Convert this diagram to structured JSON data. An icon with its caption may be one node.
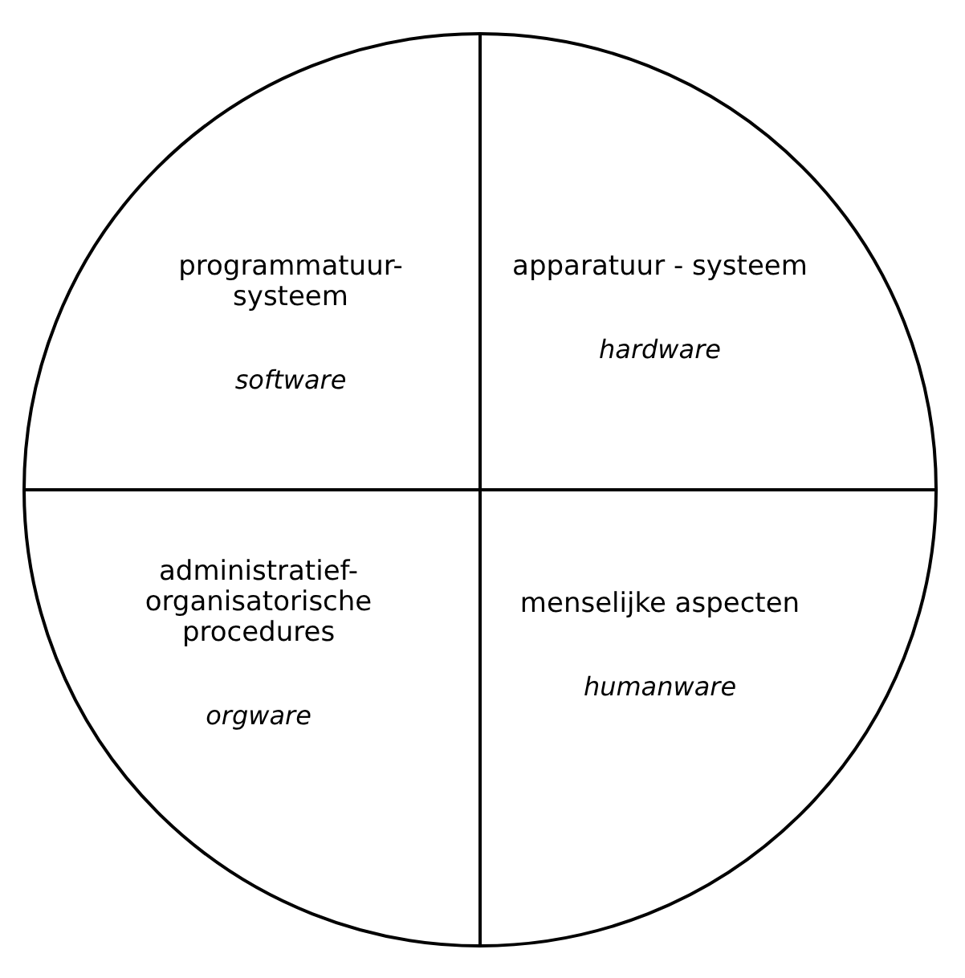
{
  "diagram": {
    "nodes": [
      {
        "text": [],
        "shape": "circle"
      },
      {
        "text": [
          "programmatuur- systeem",
          "software"
        ],
        "in": 0
      },
      {
        "text": [
          "apparatuur - systeem",
          "hardware"
        ],
        "in": 0
      },
      {
        "text": [
          "administratief- organisatorische procedures",
          "orgware"
        ],
        "in": 0
      },
      {
        "text": [
          "menselijke aspecten",
          "humanware"
        ],
        "in": 0
      }
    ]
  }
}
